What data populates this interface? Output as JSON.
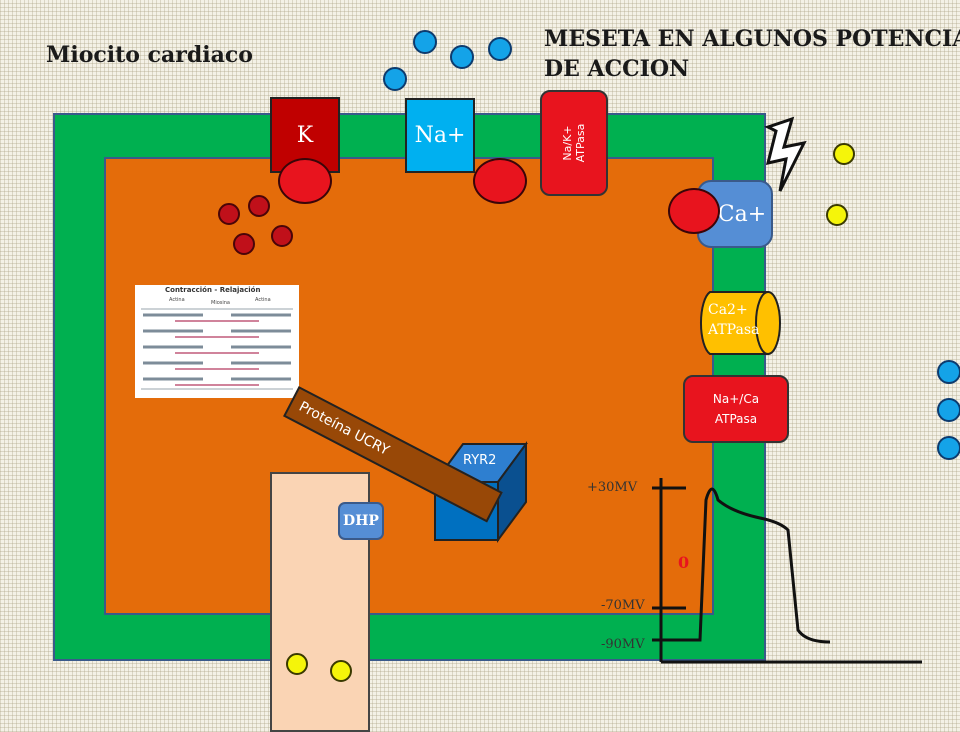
{
  "title": "Miocito cardiaco",
  "heading_line1": "MESETA EN ALGUNOS POTENCIA",
  "heading_line2": "DE ACCION",
  "channels": {
    "k": "K",
    "na": "Na+",
    "ca": "Ca+"
  },
  "pumps": {
    "nak": "Na/K+ ATPasa",
    "ca2": "Ca2+ ATPasa",
    "naca_line1": "Na+/Ca",
    "naca_line2": "ATPasa"
  },
  "inset_title": "Contracción - Relajación",
  "inset_labels": [
    "Actina",
    "Miosina",
    "Actina"
  ],
  "protein_label": "Proteína UCRY",
  "ryr_label": "RYR2",
  "dhp_label": "DHP",
  "potential": {
    "labels": [
      "+30MV",
      "0",
      "-70MV",
      "-90MV"
    ]
  },
  "colors": {
    "membrane": "#00b050",
    "cytoplasm": "#e46c0a",
    "k_channel": "#c00000",
    "na_channel": "#00b0f0",
    "ca_channel": "#558ed5",
    "pump": "#e8141e",
    "ryr": "#0070c0",
    "protein": "#984807",
    "ttubule": "#fad4b4"
  }
}
